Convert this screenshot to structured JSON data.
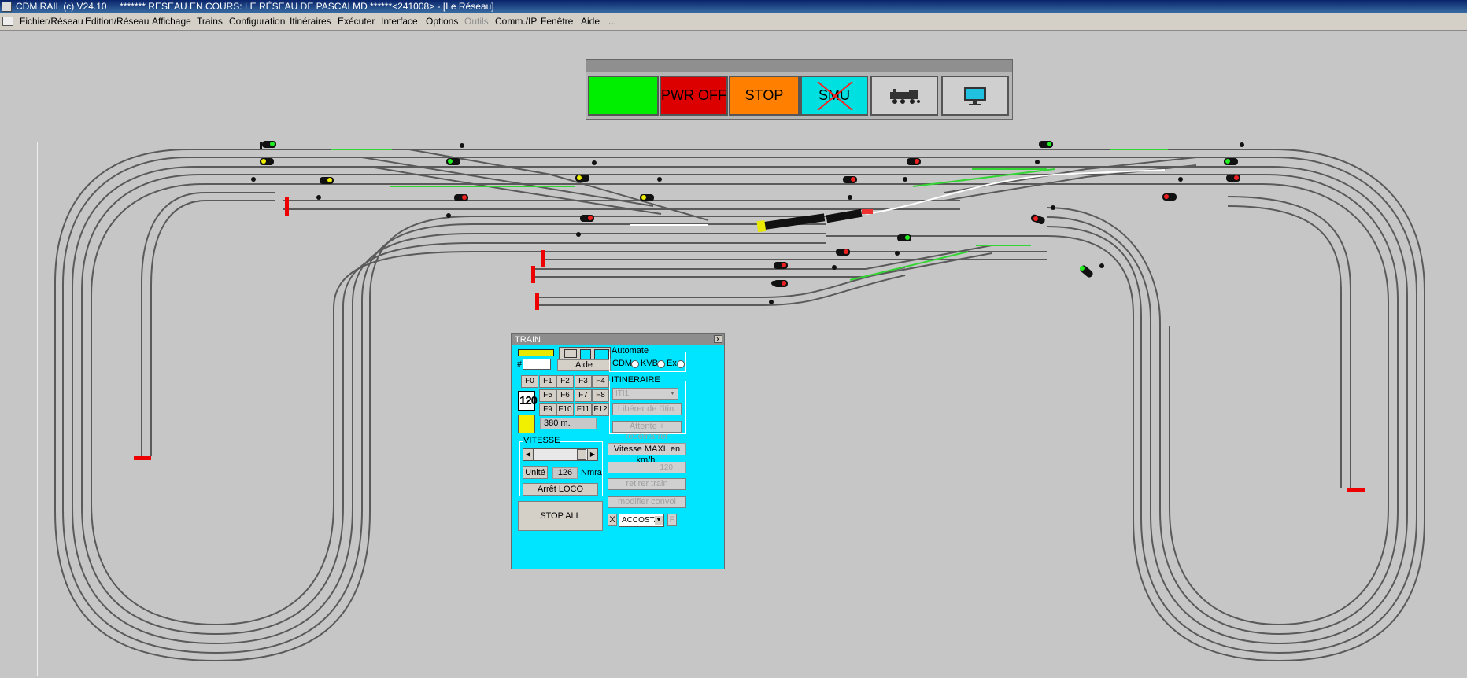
{
  "window": {
    "title": "CDM RAIL (c) V24.10     ******* RESEAU EN COURS: LE RÉSEAU DE PASCALMD ******<241008> - [Le Réseau]"
  },
  "menu": {
    "items": [
      "Fichier/Réseau",
      "Edition/Réseau",
      "Affichage",
      "Trains",
      "Configuration",
      "Itinéraires",
      "Exécuter",
      "Interface",
      "Options",
      "Outils",
      "Comm./IP",
      "Fenêtre",
      "Aide",
      "..."
    ]
  },
  "toolbar": {
    "pwr_off": "PWR OFF",
    "stop": "STOP",
    "smu": "SMU",
    "colors": {
      "on": "#00ee00",
      "pwr": "#dd0000",
      "stop": "#ff8000",
      "smu": "#00e0e0"
    }
  },
  "train_panel": {
    "title": "TRAIN",
    "close": "x",
    "hash": "#",
    "aide": "Aide",
    "functions": [
      "F0",
      "F1",
      "F2",
      "F3",
      "F4",
      "F5",
      "F6",
      "F7",
      "F8",
      "F9",
      "F10",
      "F11",
      "F12"
    ],
    "speed_limit_sign": "120",
    "distance": "380 m.",
    "vitesse_label": "VITESSE",
    "unite": "Unité",
    "speed_value": "126",
    "nmra": "Nmra",
    "arret_loco": "Arrêt LOCO",
    "stop_all": "STOP ALL",
    "automate_label": "Automate",
    "cdm": "CDM",
    "kvb": "KVB",
    "ex": "Ex",
    "itineraire_label": "ITINERAIRE",
    "iti_select": "ITI1",
    "liberer": "Libérer de l'itin.",
    "attente": "Attente + redémarrer",
    "vitesse_maxi": "Vitesse MAXI. en km/h.",
    "vmax_value": "120",
    "retirer": "retirer train",
    "modifier": "modifier convoi",
    "x": "X",
    "accosta": "ACCOSTA",
    "f": "F"
  }
}
